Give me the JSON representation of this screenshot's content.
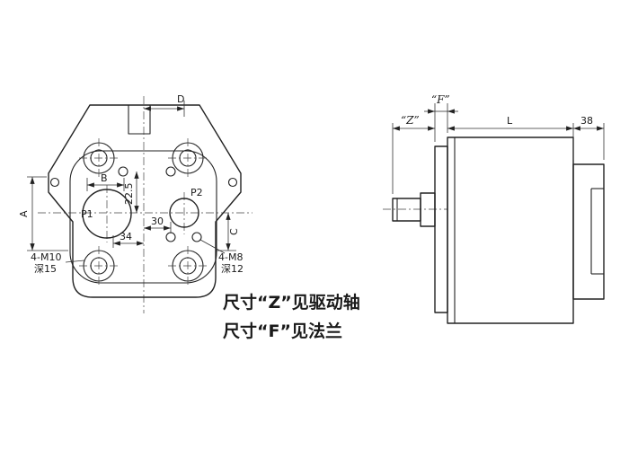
{
  "drawing": {
    "front_view": {
      "port_labels": {
        "p1": "P1",
        "p2": "P2"
      },
      "dims": {
        "a": "A",
        "b": "B",
        "c": "C",
        "d": "D",
        "v225": "22.5",
        "h30": "30",
        "h34": "34"
      },
      "threads": {
        "m10_line1": "4-M10",
        "m10_line2": "深15",
        "m8_line1": "4-M8",
        "m8_line2": "深12"
      }
    },
    "side_view": {
      "dims": {
        "z": "“Z”",
        "f": "“F”",
        "l": "L",
        "w38": "38"
      }
    },
    "notes": {
      "line1": "尺寸“Z”见驱动轴",
      "line2": "尺寸“F”见法兰"
    },
    "colors": {
      "line": "#222222",
      "background": "#ffffff"
    }
  }
}
